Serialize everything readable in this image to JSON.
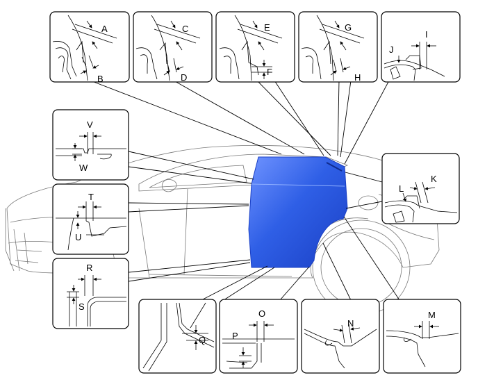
{
  "diagram": {
    "subject": "rear door gap and flush measurement points",
    "accent_color": "#2f5fe6",
    "callouts": {
      "A": "A",
      "B": "B",
      "C": "C",
      "D": "D",
      "E": "E",
      "F": "F",
      "G": "G",
      "H": "H",
      "I": "I",
      "J": "J",
      "K": "K",
      "L": "L",
      "M": "M",
      "N": "N",
      "O": "O",
      "P": "P",
      "Q": "Q",
      "R": "R",
      "S": "S",
      "T": "T",
      "U": "U",
      "V": "V",
      "W": "W"
    }
  }
}
